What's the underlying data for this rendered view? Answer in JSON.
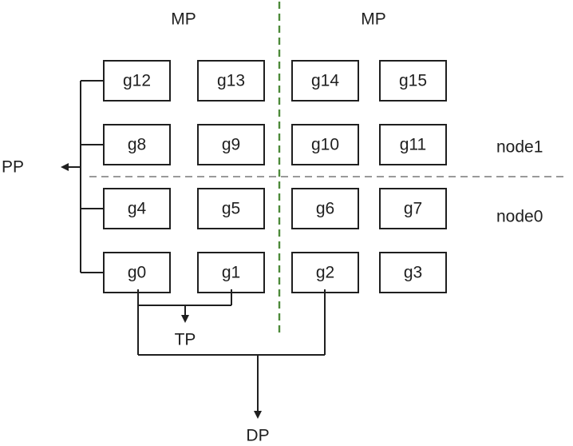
{
  "labels": {
    "mp_left": "MP",
    "mp_right": "MP",
    "pp": "PP",
    "tp": "TP",
    "dp": "DP",
    "node1": "node1",
    "node0": "node0"
  },
  "grid": {
    "rows": [
      [
        "g12",
        "g13",
        "g14",
        "g15"
      ],
      [
        "g8",
        "g9",
        "g10",
        "g11"
      ],
      [
        "g4",
        "g5",
        "g6",
        "g7"
      ],
      [
        "g0",
        "g1",
        "g2",
        "g3"
      ]
    ]
  },
  "colors": {
    "model_parallel_divider": "#4d8a3a",
    "node_divider": "#9a9a9a",
    "line": "#1f1f1f"
  }
}
